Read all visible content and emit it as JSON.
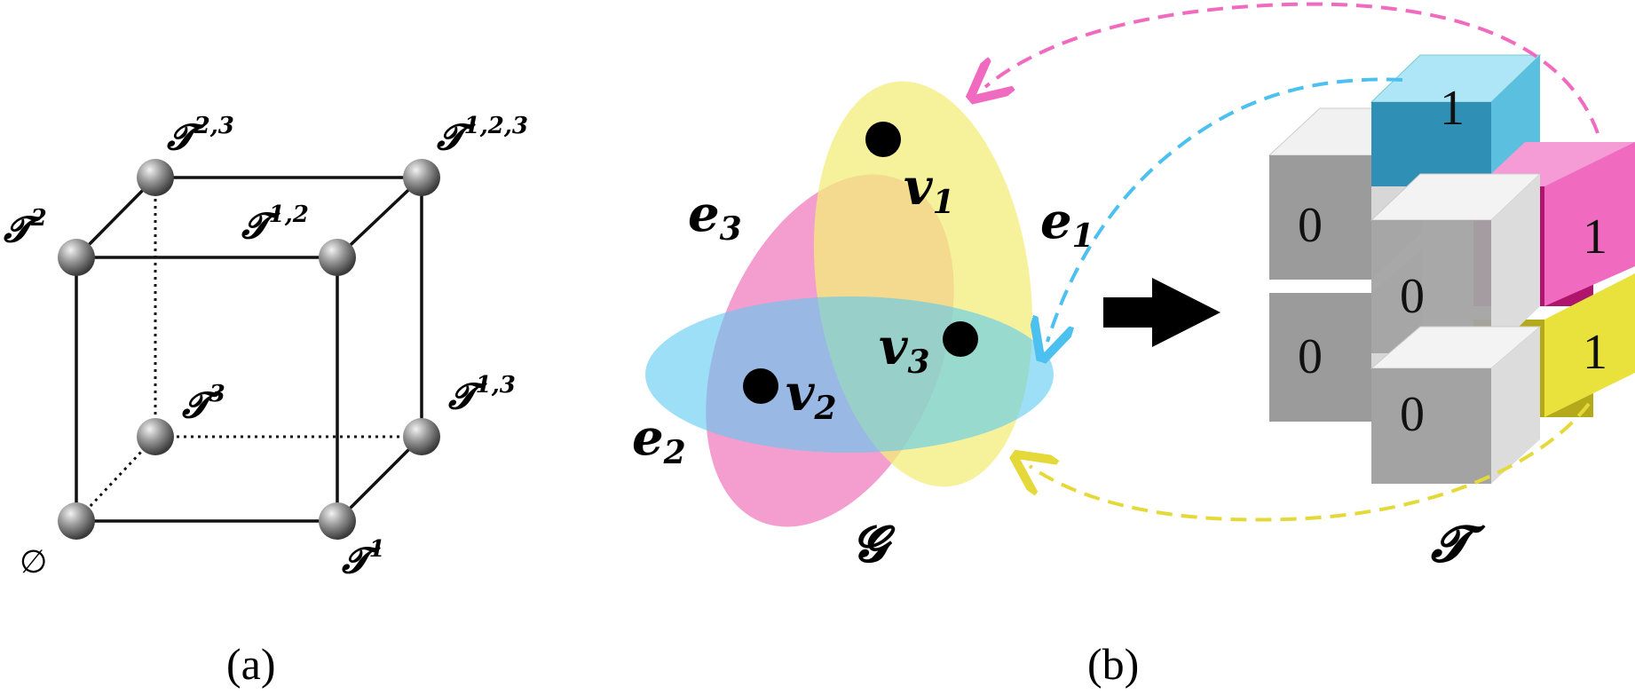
{
  "panel_a": {
    "caption": "(a)",
    "vertex_labels": {
      "empty": "∅",
      "t1": {
        "base": "𝓣",
        "sup": "1"
      },
      "t2": {
        "base": "𝓣",
        "sup": "2"
      },
      "t3": {
        "base": "𝓣",
        "sup": "3"
      },
      "t12": {
        "base": "𝓣",
        "sup": "1,2"
      },
      "t13": {
        "base": "𝓣",
        "sup": "1,3"
      },
      "t23": {
        "base": "𝓣",
        "sup": "2,3"
      },
      "t123": {
        "base": "𝓣",
        "sup": "1,2,3"
      }
    }
  },
  "panel_b": {
    "caption": "(b)",
    "hypergraph_label": "𝓖",
    "tensor_label": "𝓣",
    "vertices": [
      {
        "base": "v",
        "sub": "1"
      },
      {
        "base": "v",
        "sub": "2"
      },
      {
        "base": "v",
        "sub": "3"
      }
    ],
    "edges": [
      {
        "base": "e",
        "sub": "1",
        "color": "#f48cc4"
      },
      {
        "base": "e",
        "sub": "2",
        "color": "#8fdcf4"
      },
      {
        "base": "e",
        "sub": "3",
        "color": "#f48cc4"
      }
    ],
    "tensor_values": {
      "top_cyan": "1",
      "magenta": "1",
      "yellow": "1",
      "grey_upper": "0",
      "grey_front_upper": "0",
      "grey_lower": "0",
      "grey_front_lower": "0"
    },
    "colors": {
      "pink": "#f07ec0",
      "cyan": "#5ccaf0",
      "yellow": "#e8e040",
      "orange": "#f5b27a",
      "blue_overlap": "#8f9ee0",
      "green_overlap": "#c7e49a"
    }
  }
}
